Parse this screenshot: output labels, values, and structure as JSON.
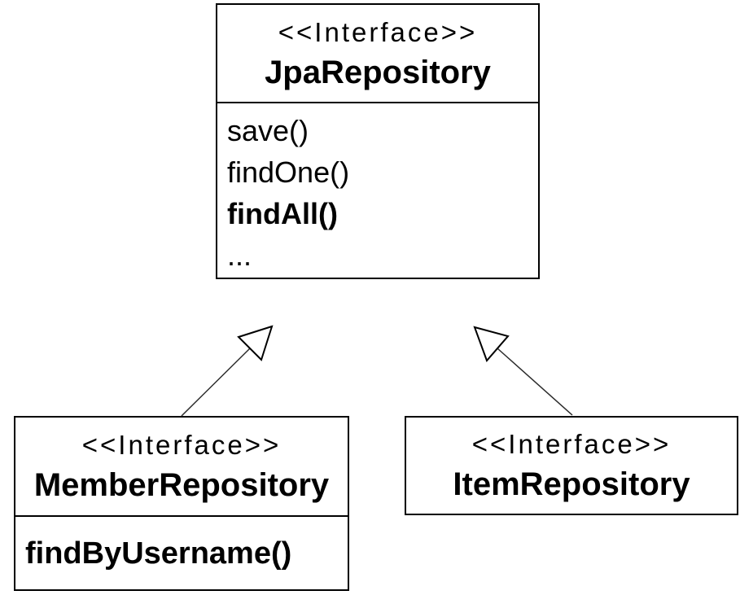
{
  "diagram": {
    "type": "uml-class-diagram",
    "background_color": "#ffffff",
    "line_color": "#000000",
    "nodes": [
      {
        "id": "JpaRepository",
        "stereotype": "<<Interface>>",
        "name": "JpaRepository",
        "methods": [
          "save()",
          "findOne()",
          "findAll()",
          "..."
        ]
      },
      {
        "id": "MemberRepository",
        "stereotype": "<<Interface>>",
        "name": "MemberRepository",
        "methods": [
          "findByUsername()"
        ]
      },
      {
        "id": "ItemRepository",
        "stereotype": "<<Interface>>",
        "name": "ItemRepository",
        "methods": []
      }
    ],
    "edges": [
      {
        "from": "MemberRepository",
        "to": "JpaRepository",
        "type": "generalization",
        "arrowhead": "hollow-triangle"
      },
      {
        "from": "ItemRepository",
        "to": "JpaRepository",
        "type": "generalization",
        "arrowhead": "hollow-triangle"
      }
    ]
  }
}
